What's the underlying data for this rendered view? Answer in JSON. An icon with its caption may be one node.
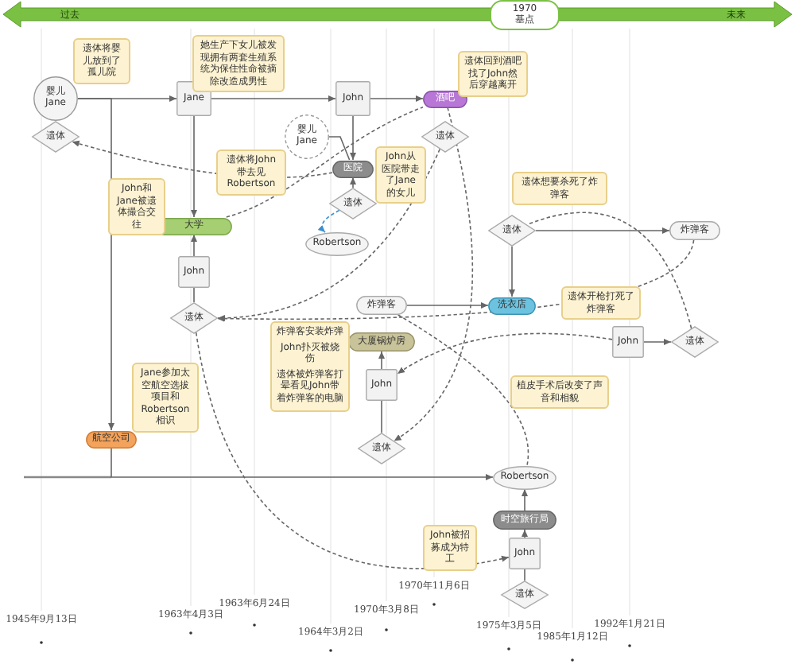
{
  "diagram": {
    "nodes": [
      {
        "text": [
          "婴儿Jane"
        ]
      },
      {
        "text": [
          "遗体"
        ]
      },
      {
        "text": [
          "Jane"
        ]
      },
      {
        "text": [
          "婴儿Jane"
        ]
      },
      {
        "text": [
          "John"
        ]
      },
      {
        "text": [
          "酒吧"
        ]
      },
      {
        "text": [
          "遗体"
        ]
      },
      {
        "text": [
          "医院"
        ]
      },
      {
        "text": [
          "遗体"
        ]
      },
      {
        "text": [
          "Robertson"
        ]
      },
      {
        "text": [
          "大学"
        ]
      },
      {
        "text": [
          "John"
        ]
      },
      {
        "text": [
          "遗体"
        ]
      },
      {
        "text": [
          "炸弹客"
        ]
      },
      {
        "text": [
          "遗体"
        ]
      },
      {
        "text": [
          "炸弹客"
        ]
      },
      {
        "text": [
          "洗衣店"
        ]
      },
      {
        "text": [
          "大厦锅炉房"
        ]
      },
      {
        "text": [
          "John"
        ]
      },
      {
        "text": [
          "遗体"
        ]
      },
      {
        "text": [
          "John"
        ]
      },
      {
        "text": [
          "遗体"
        ]
      },
      {
        "text": [
          "航空公司"
        ]
      },
      {
        "text": [
          "Robertson"
        ]
      },
      {
        "text": [
          "时空旅行局"
        ]
      },
      {
        "text": [
          "John"
        ]
      },
      {
        "text": [
          "遗体"
        ]
      }
    ],
    "edges": [
      {
        "from": 0,
        "to": 2,
        "arrow": "to"
      },
      {
        "from": 2,
        "to": 4,
        "arrow": "to"
      },
      {
        "from": 4,
        "to": 5,
        "arrow": "to"
      },
      {
        "from": 0,
        "to": 22,
        "arrow": "to"
      },
      {
        "from": 2,
        "to": 10,
        "arrow": "to"
      },
      {
        "from": 11,
        "to": 10,
        "arrow": "to"
      },
      {
        "from": 11,
        "to": 12,
        "arrow": "none"
      },
      {
        "from": 4,
        "to": 7,
        "arrow": "to"
      },
      {
        "from": 3,
        "to": 7,
        "arrow": "none"
      },
      {
        "from": 8,
        "to": 7,
        "arrow": "to"
      },
      {
        "from": 14,
        "to": 13,
        "arrow": "to"
      },
      {
        "from": 14,
        "to": 16,
        "arrow": "to"
      },
      {
        "from": 15,
        "to": 16,
        "arrow": "to"
      },
      {
        "from": 18,
        "to": 17,
        "arrow": "to"
      },
      {
        "from": 18,
        "to": 19,
        "arrow": "none"
      },
      {
        "from": 20,
        "to": 21,
        "arrow": "to"
      },
      {
        "from": 22,
        "to": 23,
        "arrow": "to"
      },
      {
        "from": 24,
        "to": 23,
        "arrow": "to"
      },
      {
        "from": 25,
        "to": 24,
        "arrow": "to"
      },
      {
        "from": 25,
        "to": 26,
        "arrow": "none"
      },
      {
        "from": 7,
        "to": 1,
        "arrow": "to",
        "style": "dashed"
      },
      {
        "from": 6,
        "to": 12,
        "arrow": "to",
        "style": "dashed"
      },
      {
        "from": 8,
        "to": 9,
        "arrow": "to",
        "style": "dashed",
        "color": "#3a8fd0"
      },
      {
        "from": 10,
        "to": 5,
        "arrow": "none",
        "style": "dashed"
      },
      {
        "from": 5,
        "to": 19,
        "arrow": "to",
        "style": "dashed"
      },
      {
        "from": 20,
        "to": 18,
        "arrow": "to",
        "style": "dashed"
      },
      {
        "from": 21,
        "to": 14,
        "arrow": "none",
        "style": "dashed"
      },
      {
        "from": 13,
        "to": 12,
        "arrow": "to",
        "style": "dashed"
      },
      {
        "from": 12,
        "to": 25,
        "arrow": "to",
        "style": "dashed"
      },
      {
        "from": 15,
        "to": 23,
        "arrow": "none",
        "style": "dashed"
      }
    ],
    "labels": [
      "过去",
      "1970",
      "基点",
      "未来",
      "遗体将婴儿放到了孤儿院",
      "她生产下女儿被发现拥有两套生殖系统为保住性命被摘除改造成男性",
      "John从医院带走了Jane的女儿",
      "遗体回到酒吧找了John然后穿越离开",
      "John和Jane被遗体撮合交往",
      "遗体将John带去见Robertson",
      "遗体想要杀死了炸弹客",
      "遗体开枪打死了炸弹客",
      "炸弹客安装炸弹",
      "John扑灭被烧伤",
      "遗体被炸弹客打晕看见John带着炸弹客的电脑",
      "植皮手术后改变了声音和相貌",
      "Jane参加太空航空选拔项目和Robertson相识",
      "John被招募成为特工",
      "1945年9月13日",
      "1963年4月3日",
      "1963年6月24日",
      "1964年3月2日",
      "1970年3月8日",
      "1970年11月6日",
      "1975年3月5日",
      "1985年1月12日",
      "1992年1月21日"
    ]
  }
}
